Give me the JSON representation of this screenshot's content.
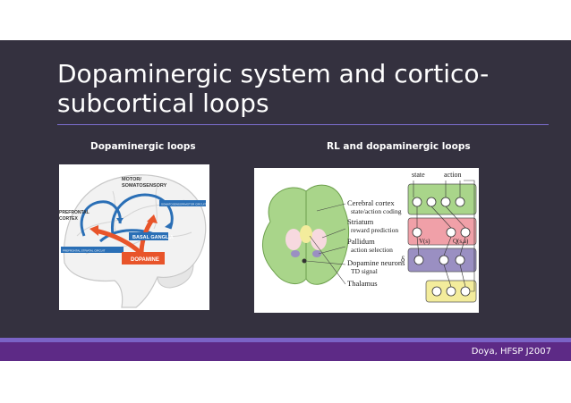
{
  "slide": {
    "title_line1": "Dopaminergic system and cortico-",
    "title_line2": "subcortical loops",
    "left_label": "Dopaminergic loops",
    "right_label": "RL and dopaminergic loops",
    "citation": "Doya, HFSP J2007"
  },
  "left_figure": {
    "motor_line1": "MOTOR/",
    "motor_line2": "SOMATOSENSORY",
    "prefrontal_line1": "PREFRONTAL",
    "prefrontal_line2": "CORTEX",
    "circuit_top": "SOMATOSENSORIMOTOR CIRCUIT",
    "circuit_bottom": "PREFRONTAL STRIATAL CIRCUIT",
    "basal_ganglia": "BASAL GANGLIA",
    "dopamine": "DOPAMINE"
  },
  "right_figure": {
    "state": "state",
    "action": "action",
    "cortex_line1": "Cerebral cortex",
    "cortex_line2": "state/action coding",
    "striatum_line1": "Striatum",
    "striatum_line2": "reward prediction",
    "pallidum_line1": "Pallidum",
    "pallidum_line2": "action selection",
    "dopamine_line1": "Dopamine neurons",
    "dopamine_line2": "TD signal",
    "thalamus": "Thalamus",
    "v_label": "V(s)",
    "q_label": "Q(s,a)",
    "delta": "δ"
  },
  "colors": {
    "background": "#34313f",
    "accent_rule": "#7c6fd0",
    "footer_bar": "#5d2a86",
    "cortex_green": "#a9d58a",
    "striatum_pink": "#f0a0a8",
    "pallidum_purple": "#9a8fc2",
    "thalamus_yellow": "#f3ec9c",
    "dopamine_orange": "#e8542a",
    "loop_blue": "#2a6fb6"
  }
}
